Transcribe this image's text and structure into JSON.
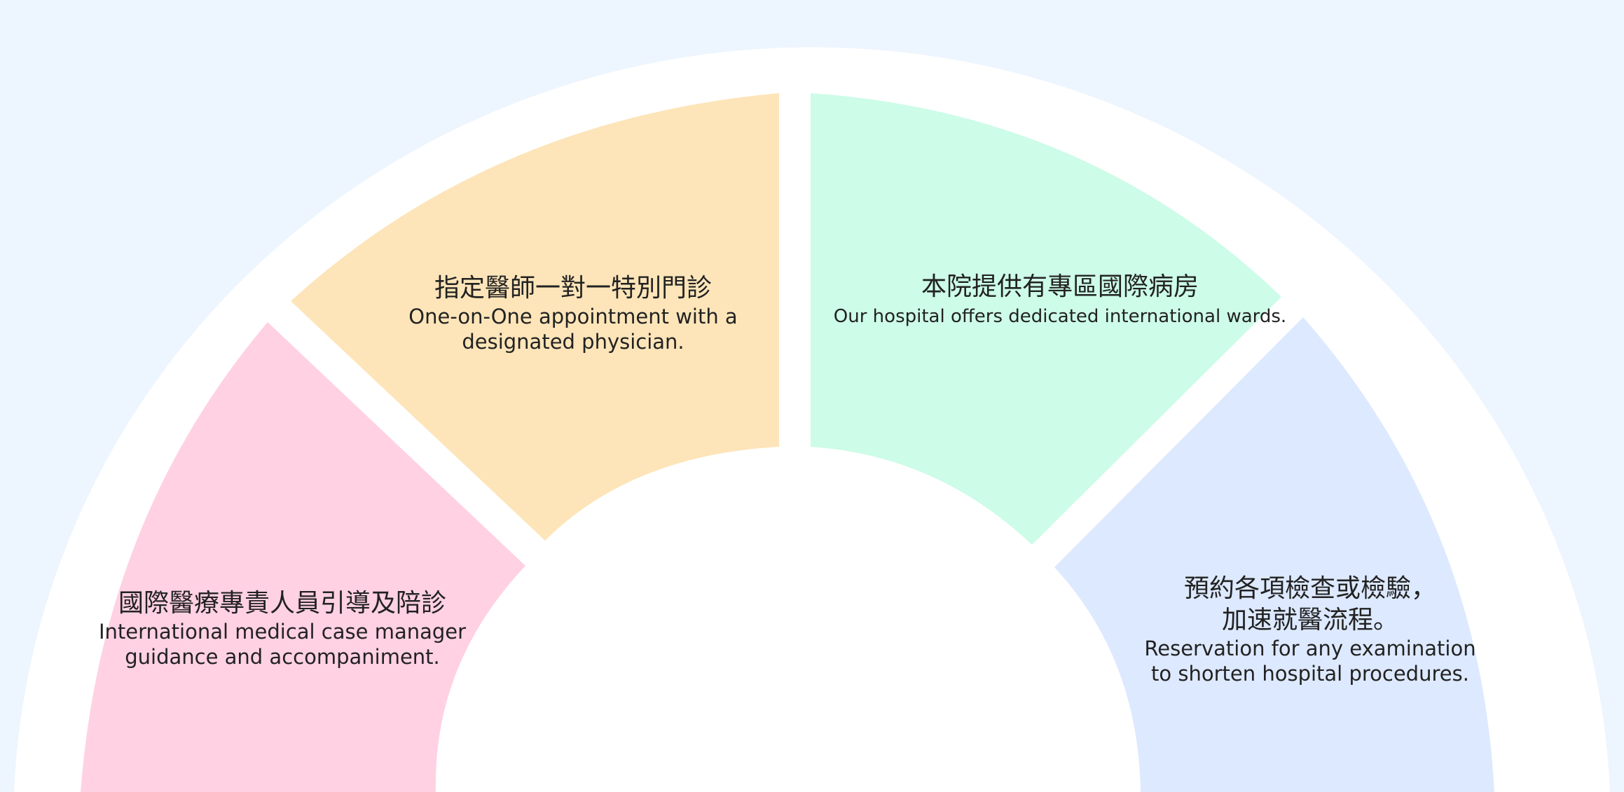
{
  "segments": [
    {
      "zh": "國際醫療專責人員引導及陪診",
      "en_lines": [
        "International medical case manager",
        "guidance and accompaniment."
      ],
      "color": "#ffd1e3"
    },
    {
      "zh": "指定醫師一對一特別門診",
      "en_lines": [
        "One-on-One appointment with a",
        "designated physician."
      ],
      "color": "#fde5b9"
    },
    {
      "zh": "本院提供有專區國際病房",
      "en_lines": [
        "Our hospital offers dedicated international wards."
      ],
      "color": "#cdfce8"
    },
    {
      "zh_lines": [
        "預約各項檢查或檢驗，",
        "加速就醫流程。"
      ],
      "en_lines": [
        "Reservation for any examination",
        "to shorten hospital procedures."
      ],
      "color": "#dde9fe"
    }
  ],
  "colors": {
    "background": "#edf5fe",
    "ring": "#ffffff"
  }
}
